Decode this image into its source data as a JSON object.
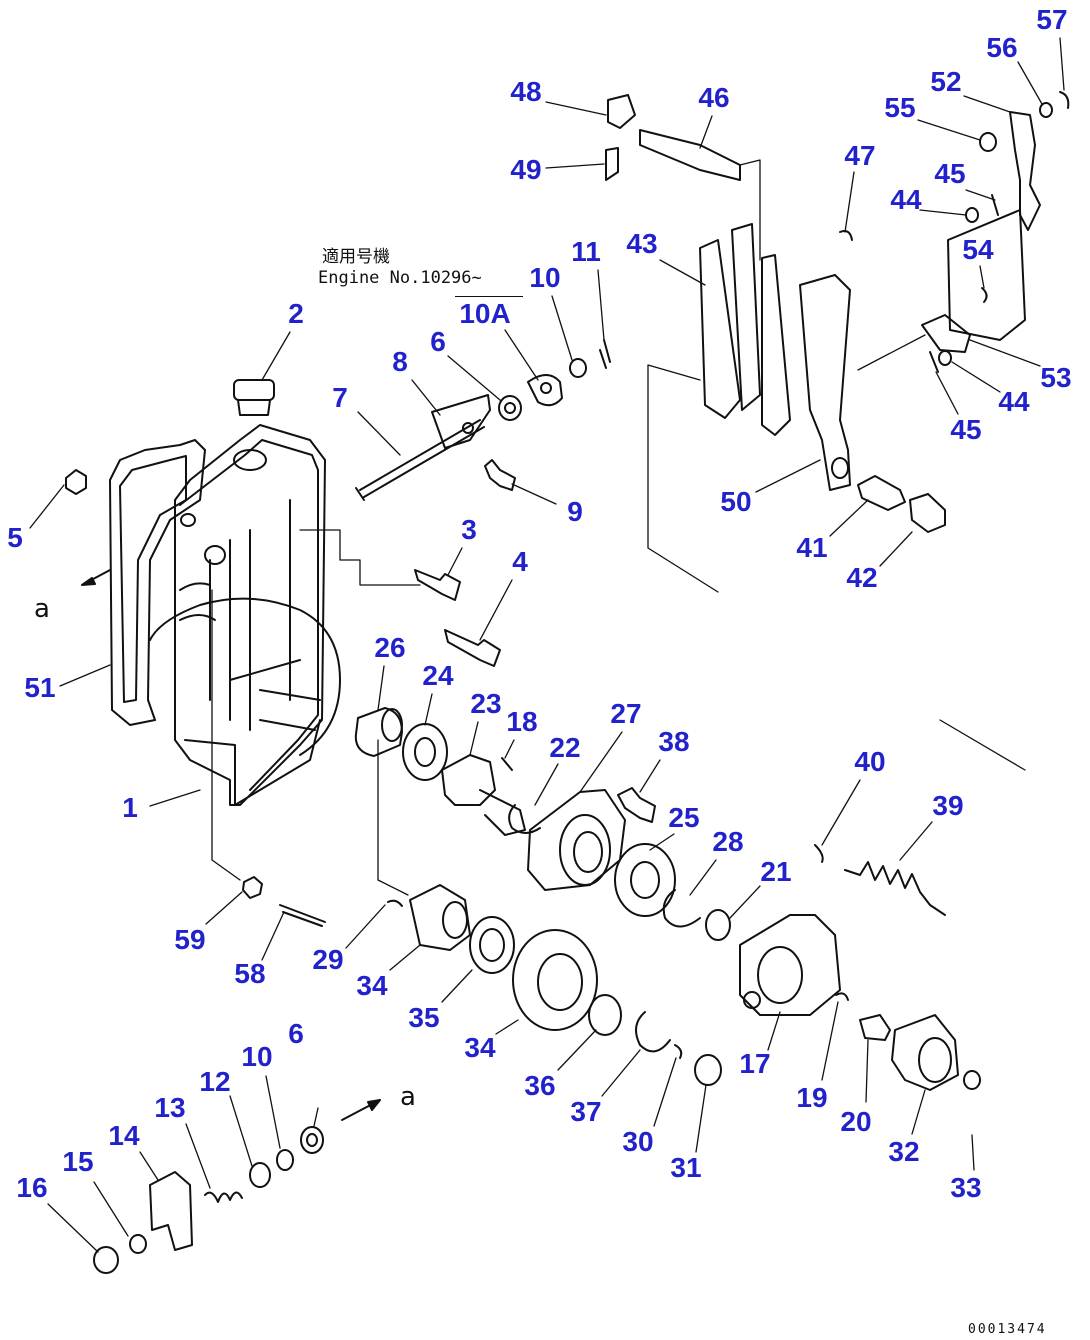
{
  "note": {
    "title": "適用号機",
    "engine": "Engine No.10296~"
  },
  "arrow_label": "a",
  "doc_number": "00013474",
  "callouts": [
    "1",
    "2",
    "3",
    "4",
    "5",
    "6",
    "6",
    "7",
    "8",
    "9",
    "10",
    "10",
    "10A",
    "11",
    "12",
    "13",
    "14",
    "15",
    "16",
    "17",
    "18",
    "19",
    "20",
    "21",
    "22",
    "23",
    "24",
    "25",
    "26",
    "27",
    "28",
    "29",
    "30",
    "31",
    "32",
    "33",
    "34",
    "34",
    "35",
    "36",
    "37",
    "38",
    "39",
    "40",
    "41",
    "42",
    "43",
    "44",
    "44",
    "45",
    "45",
    "46",
    "47",
    "48",
    "49",
    "50",
    "51",
    "52",
    "53",
    "54",
    "55",
    "56",
    "57",
    "58",
    "59"
  ]
}
